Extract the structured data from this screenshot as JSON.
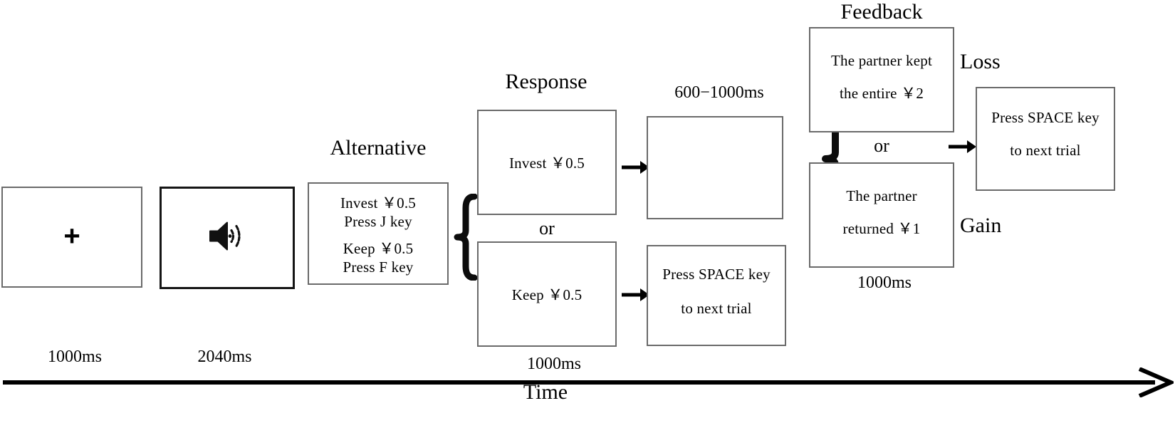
{
  "diagram": {
    "title_labels": {
      "alternative": "Alternative",
      "response": "Response",
      "feedback": "Feedback",
      "loss": "Loss",
      "gain": "Gain"
    },
    "connector_labels": {
      "or_response": "or",
      "or_feedback": "or"
    },
    "screens": {
      "fixation": {
        "symbol": "+"
      },
      "sound": {
        "icon": "speaker-icon"
      },
      "alternative": {
        "line1": "Invest ￥0.5",
        "line2": "Press J key",
        "line3": "Keep ￥0.5",
        "line4": "Press F key"
      },
      "response_invest": {
        "text": "Invest ￥0.5"
      },
      "response_keep": {
        "text": "Keep ￥0.5"
      },
      "blank_delay": {
        "text": ""
      },
      "keep_next_trial": {
        "line1": "Press SPACE key",
        "line2": "to next trial"
      },
      "feedback_loss": {
        "line1": "The partner kept",
        "line2": "the entire ￥2"
      },
      "feedback_gain": {
        "line1": "The partner",
        "line2": "returned ￥1"
      },
      "final_next_trial": {
        "line1": "Press SPACE key",
        "line2": "to next trial"
      }
    },
    "durations": {
      "fixation": "1000ms",
      "sound": "2040ms",
      "response": "1000ms",
      "delay": "600−1000ms",
      "feedback": "1000ms"
    },
    "axis": {
      "label": "Time"
    },
    "colors": {
      "frame_border": "#6a6a6a",
      "frame_border_dark": "#151515",
      "ink": "#000000"
    }
  }
}
